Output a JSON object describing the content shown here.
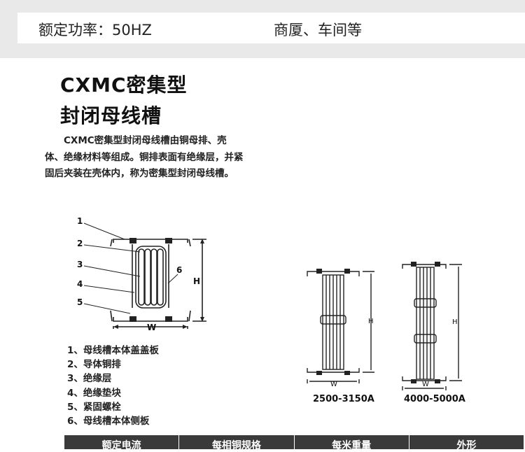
{
  "header": {
    "left_text": "额定功率：50HZ",
    "right_text": "商厦、车间等"
  },
  "product": {
    "title_line1": "CXMC密集型",
    "title_line2": "封闭母线槽",
    "description": "CXMC密集型封闭母线槽由铜母排、壳体、绝缘材料等组成。铜排表面有绝缘层，并紧固后夹装在壳体内，称为密集型封闭母线槽。"
  },
  "diagram_main": {
    "callouts": [
      "1",
      "2",
      "3",
      "4",
      "5",
      "6"
    ],
    "dim_height": "H",
    "dim_width": "W"
  },
  "legend": [
    "1、母线槽本体盖盖板",
    "2、导体铜排",
    "3、绝缘层",
    "4、绝缘垫块",
    "5、紧固螺栓",
    "6、母线槽本体侧板"
  ],
  "figures": {
    "small": {
      "label": "2500-3150A",
      "dim_height": "H",
      "dim_width": "W"
    },
    "large": {
      "label": "4000-5000A",
      "dim_height": "H",
      "dim_width": "W"
    }
  },
  "table": {
    "headers": [
      "额定电流",
      "每相铜规格",
      "每米重量",
      "外形"
    ]
  }
}
